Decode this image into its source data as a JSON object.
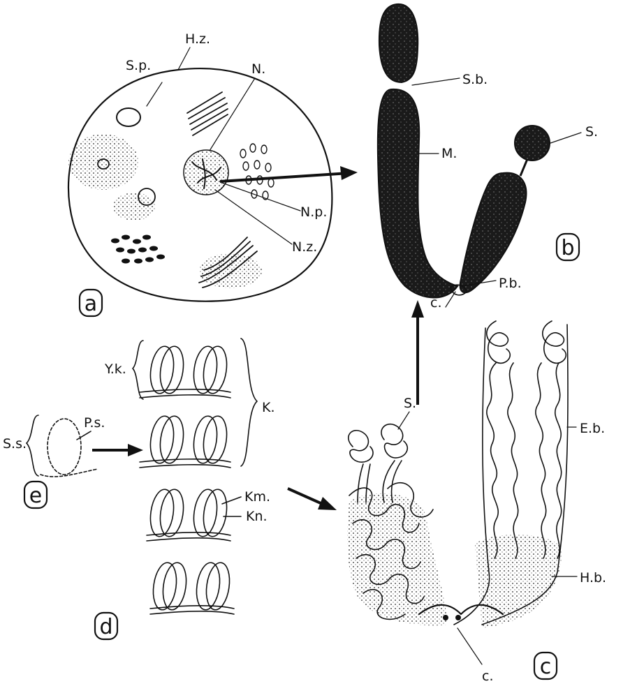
{
  "panels": [
    "a",
    "b",
    "c",
    "d",
    "e"
  ],
  "labels": {
    "cell_outline": "H.z.",
    "cytoplasm": "S.p.",
    "nucleus": "N.",
    "nucleoplasm": "N.p.",
    "nuclear_membrane": "N.z.",
    "secondary_constriction": "S.b.",
    "matrix": "M.",
    "satellite_b": "S.",
    "primary_constriction": "P.b.",
    "centromere_b": "c.",
    "satellite_c": "S.",
    "euchromatin": "E.b.",
    "heterochromatin": "H.b.",
    "centromere_c": "c.",
    "chromomere": "Km.",
    "chromonema": "Kn.",
    "chromatid_group": "K.",
    "sister_chromatids": "Y.k.",
    "spiral_sheath": "S.s.",
    "primary_spiral": "P.s."
  },
  "colors": {
    "ink": "#111111",
    "chromosome_fill": "#1a1a1a",
    "paper": "#ffffff"
  }
}
